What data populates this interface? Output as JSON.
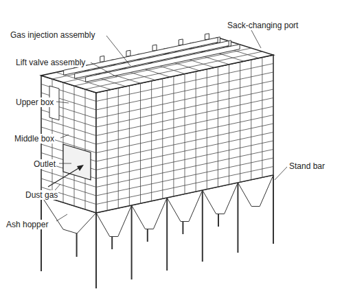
{
  "diagram": {
    "labels": [
      "Gas injection assembly",
      "Lift valve assembly",
      "Upper box",
      "Middle box",
      "Outlet",
      "Dust gas",
      "Ash hopper",
      "Sack-changing port",
      "Stand bar"
    ]
  }
}
